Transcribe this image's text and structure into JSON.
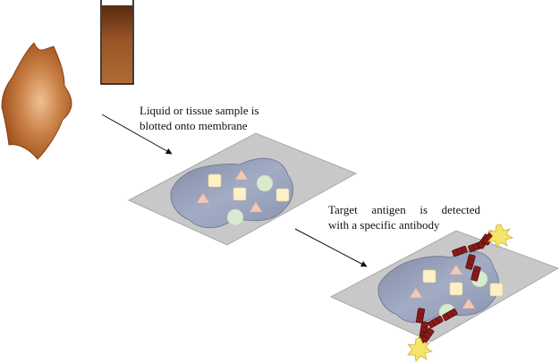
{
  "steps": [
    {
      "line_1": "Liquid or tissue sample is",
      "line_2": "blotted onto membrane"
    },
    {
      "line_1": "Target antigen is detected",
      "line_2": "with a specific antibody"
    }
  ],
  "colors": {
    "tissue": "#b8652a",
    "tissue_highlight": "#efc093",
    "liquid": "#8a4a1c",
    "membrane": "#c8c8c8",
    "sample_spot": "#8f9ab4",
    "square_marker": "#fdf0c4",
    "circle_marker": "#d8ead0",
    "triangle_marker": "#f2c8b8",
    "antibody": "#8b1a1a",
    "enzyme_label": "#f7e46a"
  }
}
